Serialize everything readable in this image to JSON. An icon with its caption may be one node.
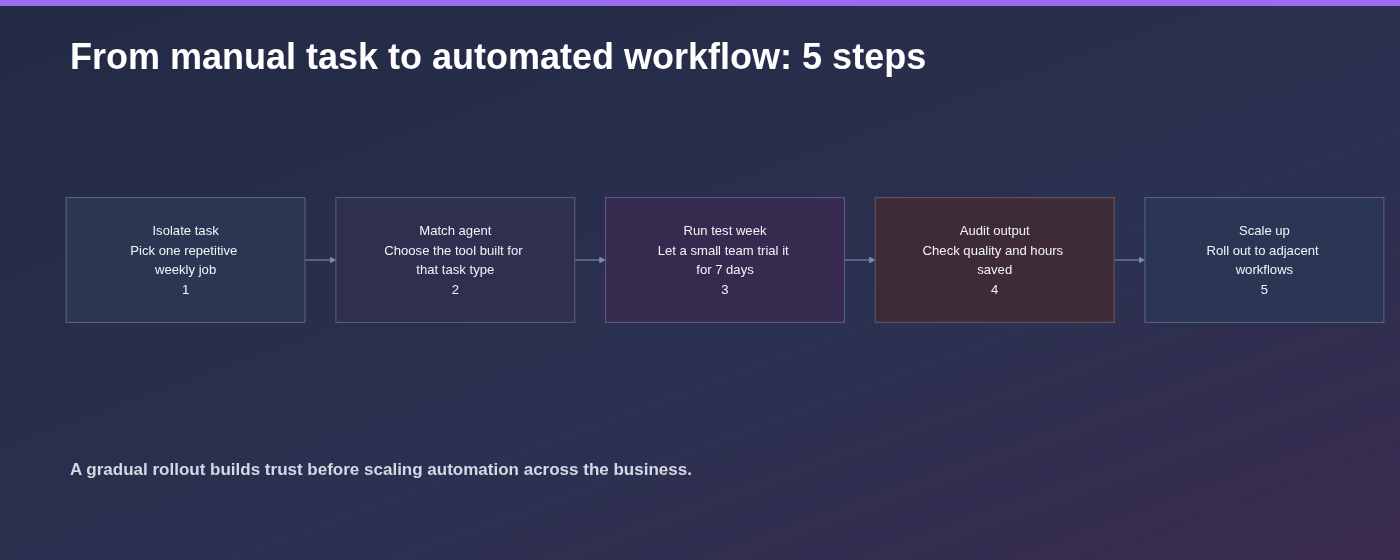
{
  "diagram": {
    "title": "From manual task to automated workflow: 5 steps",
    "caption": "A gradual rollout builds trust before scaling automation across the business.",
    "nodes": [
      {
        "text": [
          "Isolate task",
          "Pick one repetitive weekly job",
          "1"
        ]
      },
      {
        "text": [
          "Match agent",
          "Choose the tool built for that task type",
          "2"
        ]
      },
      {
        "text": [
          "Run test week",
          "Let a small team trial it for 7 days",
          "3"
        ]
      },
      {
        "text": [
          "Audit output",
          "Check quality and hours saved",
          "4"
        ]
      },
      {
        "text": [
          "Scale up",
          "Roll out to adjacent workflows",
          "5"
        ]
      }
    ],
    "edges": [
      {
        "from": 0,
        "to": 1,
        "arrow": "to"
      },
      {
        "from": 1,
        "to": 2,
        "arrow": "to"
      },
      {
        "from": 2,
        "to": 3,
        "arrow": "to"
      },
      {
        "from": 3,
        "to": 4,
        "arrow": "to"
      }
    ]
  }
}
